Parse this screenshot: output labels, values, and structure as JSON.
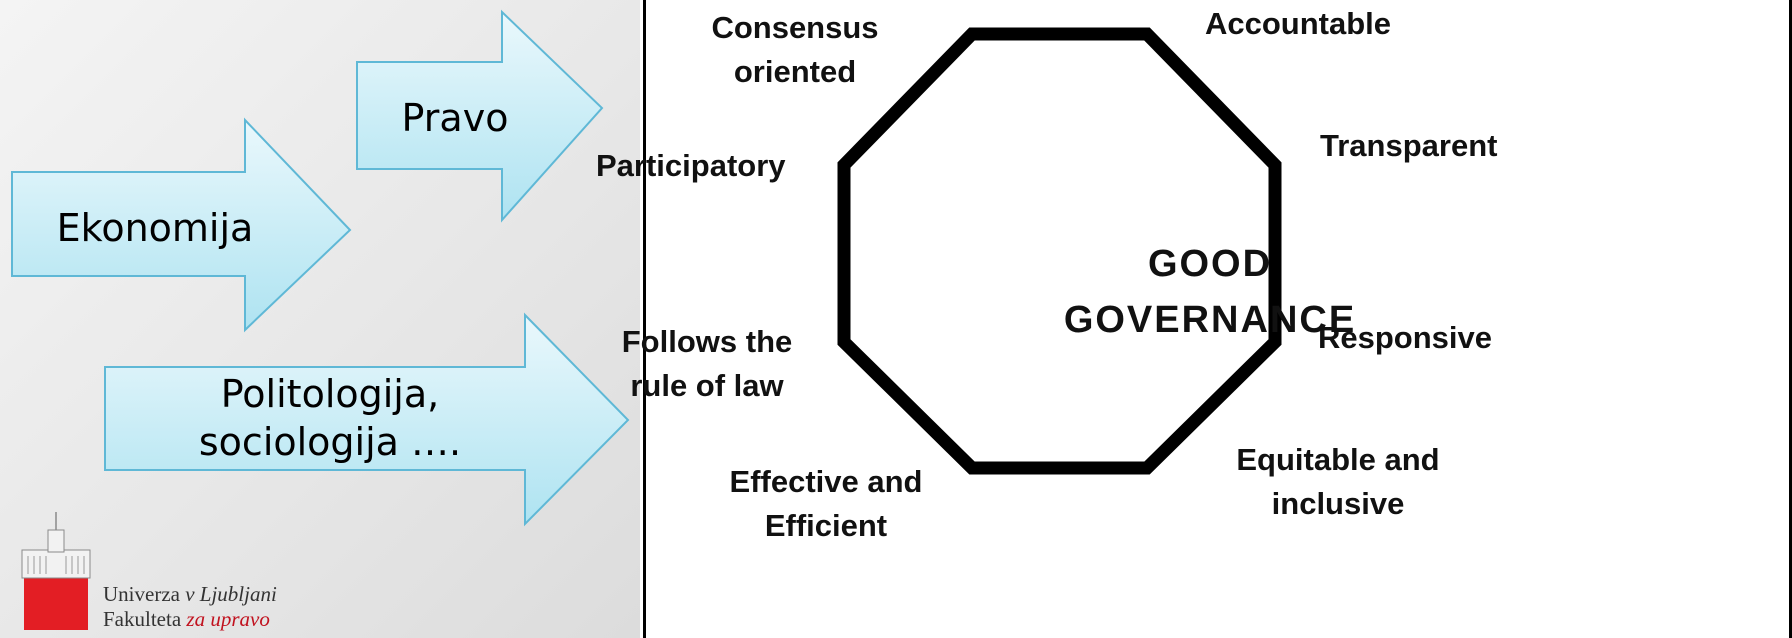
{
  "arrows": {
    "pravo": "Pravo",
    "ekonomija": "Ekonomija",
    "politologija_line1": "Politologija,",
    "politologija_line2": "sociologija …."
  },
  "logo": {
    "line1_a": "Univerza ",
    "line1_b": "v Ljubljani",
    "line2_a": "Fakulteta ",
    "line2_b": "za upravo",
    "accent_color": "#c1121f"
  },
  "octagon": {
    "center_line1": "GOOD",
    "center_line2": "GOVERNANCE",
    "labels": {
      "consensus_1": "Consensus",
      "consensus_2": "oriented",
      "accountable": "Accountable",
      "transparent": "Transparent",
      "responsive": "Responsive",
      "equitable_1": "Equitable and",
      "equitable_2": "inclusive",
      "effective_1": "Effective and",
      "effective_2": "Efficient",
      "rule_1": "Follows the",
      "rule_2": "rule of law",
      "participatory": "Participatory"
    }
  },
  "colors": {
    "arrow_fill_top": "#eaf8fc",
    "arrow_fill_bottom": "#aee3f1",
    "arrow_stroke": "#5fb8d6"
  }
}
